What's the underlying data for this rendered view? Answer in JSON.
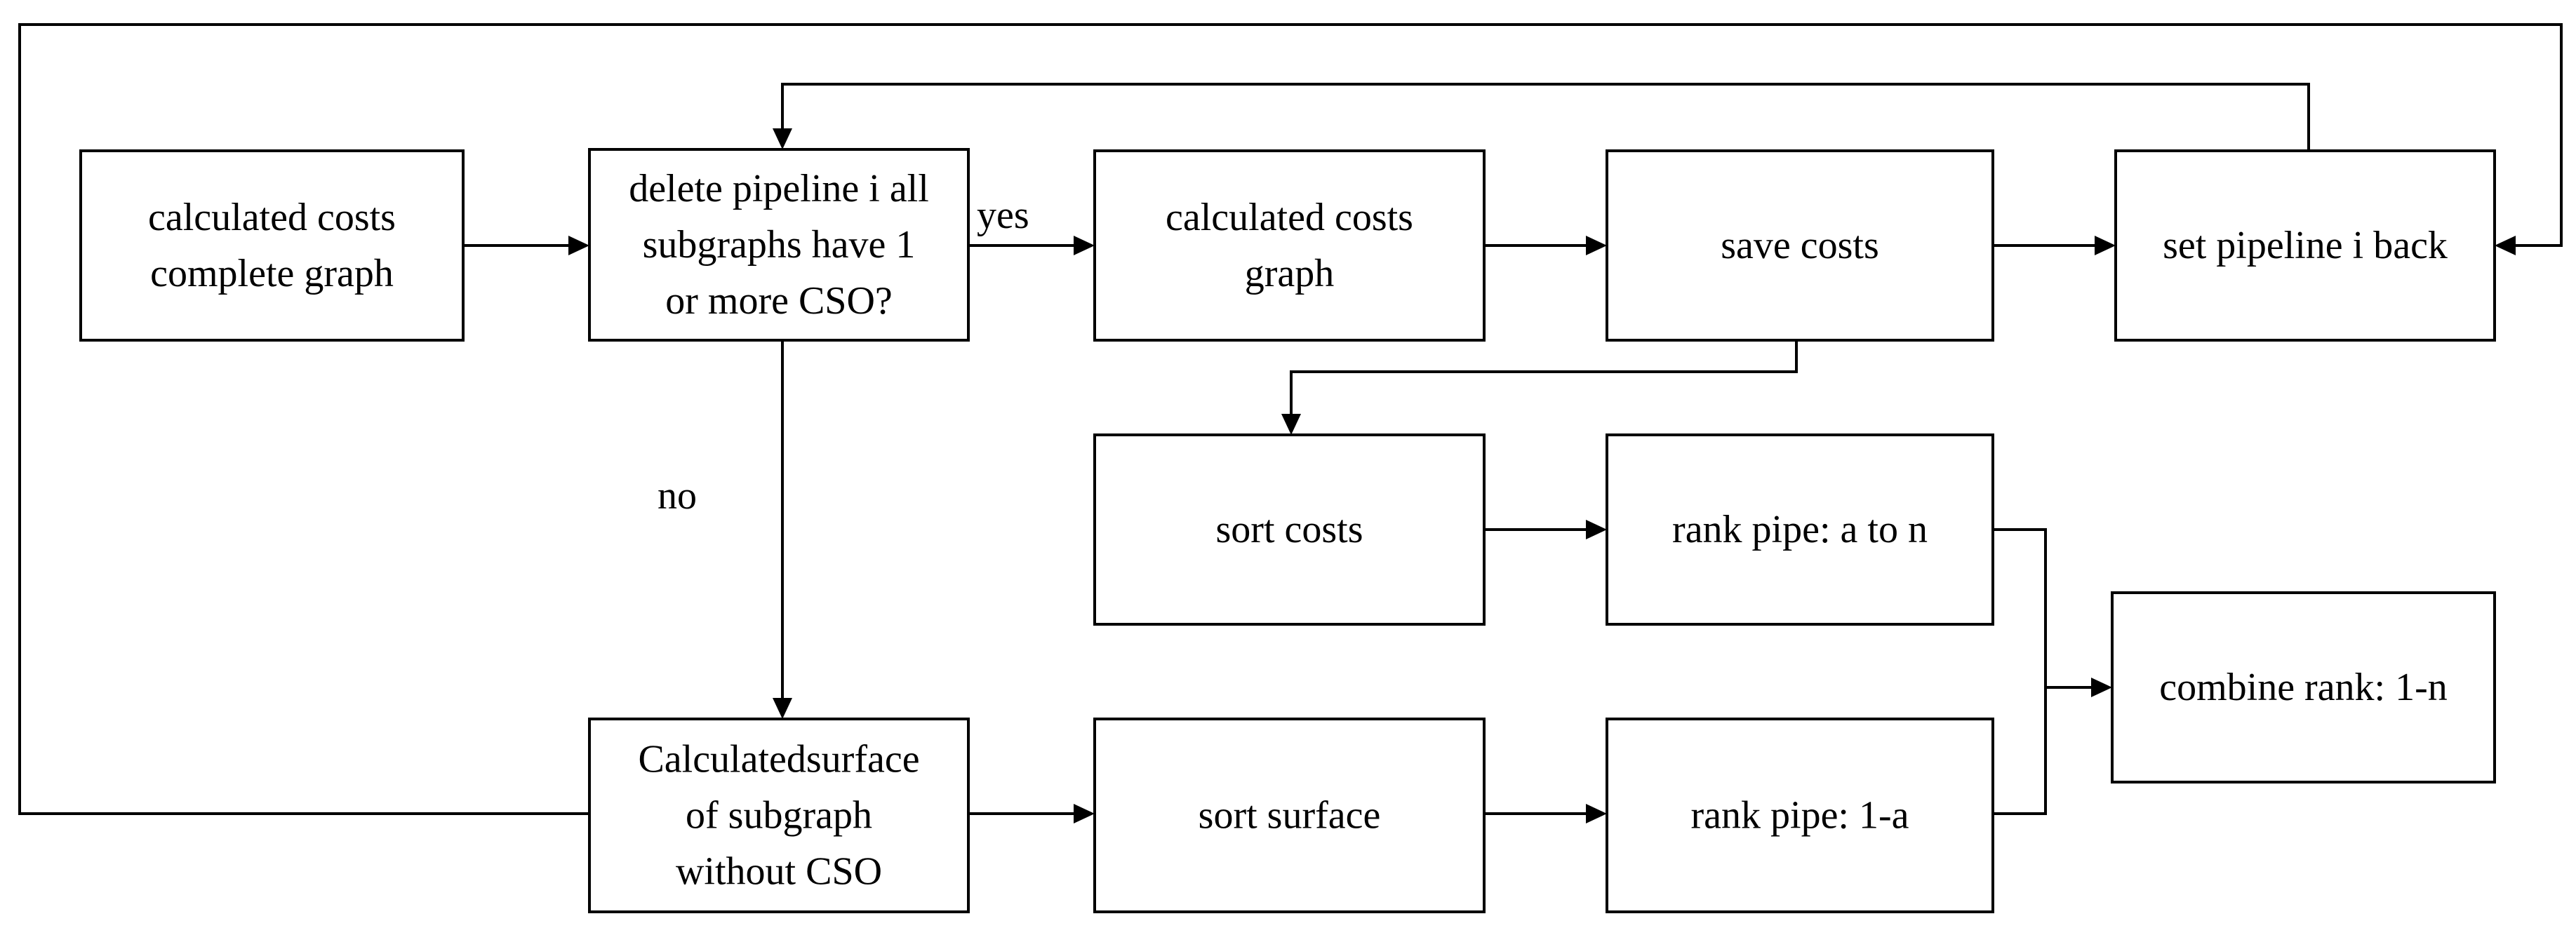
{
  "nodes": [
    {
      "id": "calc-complete",
      "lines": [
        "calculated costs",
        "complete graph"
      ]
    },
    {
      "id": "delete-pipeline",
      "lines": [
        "delete pipeline i all",
        "subgraphs have 1",
        "or more CSO?"
      ]
    },
    {
      "id": "calc-graph",
      "lines": [
        "calculated costs",
        "graph"
      ]
    },
    {
      "id": "save-costs",
      "lines": [
        "save  costs"
      ]
    },
    {
      "id": "set-back",
      "lines": [
        "set pipeline i back"
      ]
    },
    {
      "id": "sort-costs",
      "lines": [
        "sort costs"
      ]
    },
    {
      "id": "rank-a-n",
      "lines": [
        "rank pipe: a to n"
      ]
    },
    {
      "id": "combine",
      "lines": [
        "combine rank: 1-n"
      ]
    },
    {
      "id": "calc-surface",
      "lines": [
        "Calculatedsurface",
        "of subgraph",
        "without CSO"
      ]
    },
    {
      "id": "sort-surface",
      "lines": [
        "sort surface"
      ]
    },
    {
      "id": "rank-1-a",
      "lines": [
        "rank pipe: 1-a"
      ]
    }
  ],
  "edge_labels": {
    "yes": "yes",
    "no": "no"
  }
}
